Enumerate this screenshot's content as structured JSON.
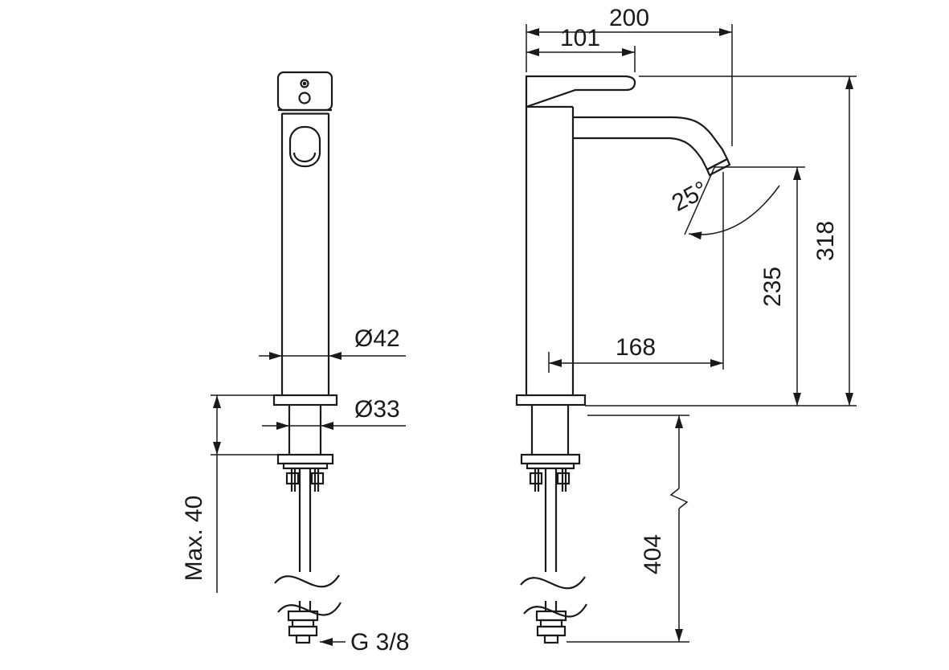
{
  "drawing": {
    "labels": {
      "total_reach": "200",
      "handle_reach": "101",
      "total_height": "318",
      "outlet_height": "235",
      "outlet_angle": "25°",
      "outlet_reach": "168",
      "body_diameter": "Ø42",
      "shank_diameter": "Ø33",
      "max_deck_thickness": "Max. 40",
      "below_deck_length": "404",
      "connection_thread": "G 3/8"
    },
    "colors": {
      "line": "#1a1a1a",
      "background": "#ffffff"
    }
  }
}
